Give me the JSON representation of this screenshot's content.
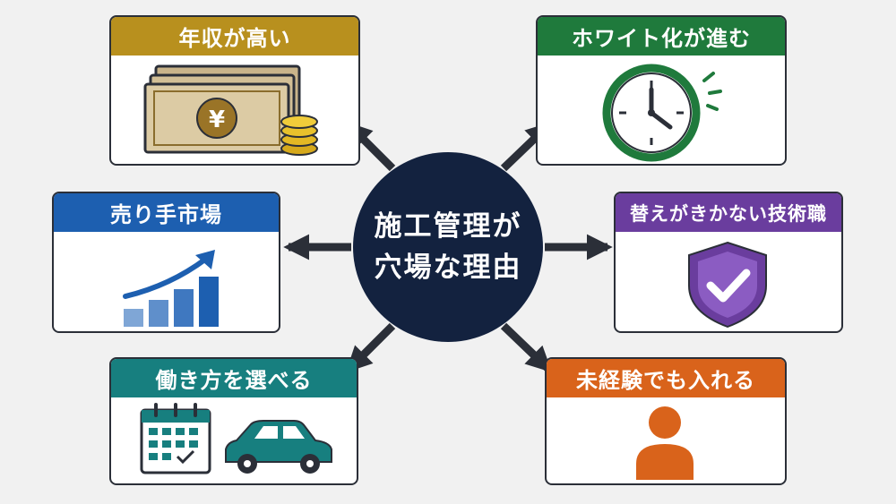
{
  "hub": {
    "line1": "施工管理が",
    "line2": "穴場な理由"
  },
  "cards": {
    "income": {
      "title": "年収が高い",
      "color": "#b8901e",
      "icon": "yen-money-icon"
    },
    "white": {
      "title": "ホワイト化が進む",
      "color": "#1f7a3c",
      "icon": "clock-icon"
    },
    "market": {
      "title": "売り手市場",
      "color": "#1d5fb0",
      "icon": "rising-bar-chart-icon"
    },
    "skill": {
      "title": "替えがきかない技術職",
      "color": "#6a3d9e",
      "icon": "shield-check-icon"
    },
    "workstyle": {
      "title": "働き方を選べる",
      "color": "#177f7f",
      "icon": "calendar-car-icon"
    },
    "beginner": {
      "title": "未経験でも入れる",
      "color": "#d9631b",
      "icon": "person-icon"
    }
  },
  "icons": {
    "currency_symbol": "¥"
  }
}
